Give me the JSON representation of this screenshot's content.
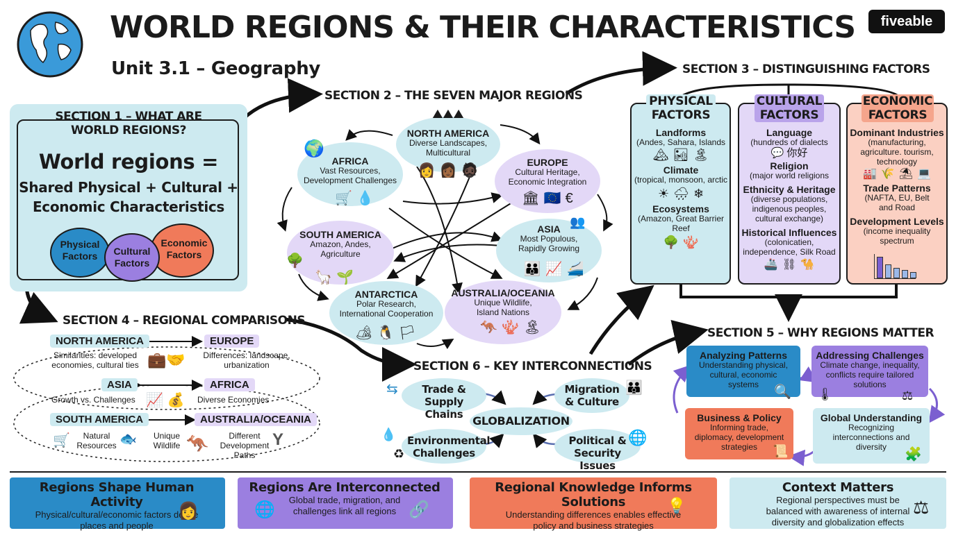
{
  "header": {
    "title": "WORLD REGIONS & THEIR CHARACTERISTICS",
    "subtitle": "Unit 3.1 – Geography",
    "brand": "fiveable"
  },
  "section1": {
    "heading_line1": "SECTION 1 – WHAT ARE",
    "heading_line2": "WORLD REGIONS?",
    "equation_line1": "World regions =",
    "equation_line2": "Shared Physical + Cultural +",
    "equation_line3": "Economic Characteristics",
    "circles": [
      {
        "label_line1": "Physical",
        "label_line2": "Factors",
        "color": "#2a8bc7"
      },
      {
        "label_line1": "Cultural",
        "label_line2": "Factors",
        "color": "#9b7fe0"
      },
      {
        "label_line1": "Economic",
        "label_line2": "Factors",
        "color": "#f07a5a"
      }
    ]
  },
  "section2": {
    "heading": "SECTION 2 – THE SEVEN MAJOR REGIONS",
    "regions": [
      {
        "name": "NORTH AMERICA",
        "line1": "Diverse Landscapes,",
        "line2": "Multicultural"
      },
      {
        "name": "AFRICA",
        "line1": "Vast Resources,",
        "line2": "Development Challenges"
      },
      {
        "name": "EUROPE",
        "line1": "Cultural Heritage,",
        "line2": "Economic Integration"
      },
      {
        "name": "SOUTH AMERICA",
        "line1": "Amazon, Andes,",
        "line2": "Agriculture"
      },
      {
        "name": "ASIA",
        "line1": "Most Populous,",
        "line2": "Rapidly Growing"
      },
      {
        "name": "ANTARCTICA",
        "line1": "Polar Research,",
        "line2": "International Cooperation"
      },
      {
        "name": "AUSTRALIA/OCEANIA",
        "line1": "Unique Wildlife,",
        "line2": "Island Nations"
      }
    ]
  },
  "section3": {
    "heading": "SECTION 3 – DISTINGUISHING FACTORS",
    "physical": {
      "title_line1": "PHYSICAL",
      "title_line2": "FACTORS",
      "items": [
        {
          "head": "Landforms",
          "detail": "(Andes, Sahara, Islands"
        },
        {
          "head": "Climate",
          "detail": "(tropical, monsoon, arctic"
        },
        {
          "head": "Ecosystems",
          "detail": "(Amazon, Great Barrier Reef"
        }
      ]
    },
    "cultural": {
      "title_line1": "CULTURAL",
      "title_line2": "FACTORS",
      "items": [
        {
          "head": "Language",
          "detail": "(hundreds of dialects",
          "extra": "你好"
        },
        {
          "head": "Religion",
          "detail": "(major world religions"
        },
        {
          "head": "Ethnicity & Heritage",
          "detail": "(diverse populations, indigenous peoples, cultural exchange)"
        },
        {
          "head": "Historical Influences",
          "detail": "(colonicatien, independence, Silk Road"
        }
      ]
    },
    "economic": {
      "title_line1": "ECONOMIC",
      "title_line2": "FACTORS",
      "items": [
        {
          "head": "Dominant Industries",
          "detail": "(manufacturing, agriculture. tourism, technology"
        },
        {
          "head": "Trade Patterns",
          "detail": "(NAFTA, EU, Belt and Road"
        },
        {
          "head": "Development Levels",
          "detail": "(income inequality spectrum"
        }
      ],
      "bars": [
        0.9,
        0.6,
        0.45,
        0.35,
        0.25
      ]
    }
  },
  "section4": {
    "heading": "SECTION 4 – REGIONAL COMPARISONS",
    "pair1": {
      "left": "NORTH AMERICA",
      "right": "EUROPE",
      "left_text": "Similarities: developed economies, cultural ties",
      "right_text": "Differences: landscape, urbanization"
    },
    "pair2": {
      "left": "ASIA",
      "right": "AFRICA",
      "left_text": "Growth vs. Challenges",
      "right_text": "Diverse Economies"
    },
    "pair3": {
      "left": "SOUTH AMERICA",
      "right": "AUSTRALIA/OCEANIA",
      "col1": "Natural Resources",
      "col2": "Unique Wildlife",
      "col3": "Different Development Paths"
    }
  },
  "section5": {
    "heading": "SECTION 5 – WHY REGIONS MATTER",
    "boxes": [
      {
        "title": "Analyzing Patterns",
        "text": "Understanding physical, cultural, economic systems"
      },
      {
        "title": "Addressing Challenges",
        "text": "Climate change, inequality, conflicts require tailored solutions"
      },
      {
        "title": "Business & Policy",
        "text": "Informing trade, diplomacy, development strategies"
      },
      {
        "title": "Global Understanding",
        "text": "Recognizing interconnections and diversity"
      }
    ]
  },
  "section6": {
    "heading": "SECTION 6 – KEY INTERCONNECTIONS",
    "center": "GLOBALIZATION",
    "items": [
      "Trade & Supply Chains",
      "Migration & Culture",
      "Environmental Challenges",
      "Political & Security Issues"
    ]
  },
  "footer": [
    {
      "title": "Regions Shape Human Activity",
      "text": "Physical/cultural/economic factors define places and people"
    },
    {
      "title": "Regions Are Interconnected",
      "text": "Global trade, migration, and challenges link all regions"
    },
    {
      "title": "Regional Knowledge Informs Solutions",
      "text": "Understanding differences enables effective policy and business strategies"
    },
    {
      "title": "Context Matters",
      "text": "Regional perspectives must be balanced with awareness of internal diversity and globalization effects"
    }
  ],
  "colors": {
    "light_blue": "#cdeaf0",
    "blue": "#2a8bc7",
    "purple": "#9b7fe0",
    "light_purple": "#e3d8f7",
    "orange": "#f07a5a",
    "light_orange": "#fbd0c2"
  }
}
